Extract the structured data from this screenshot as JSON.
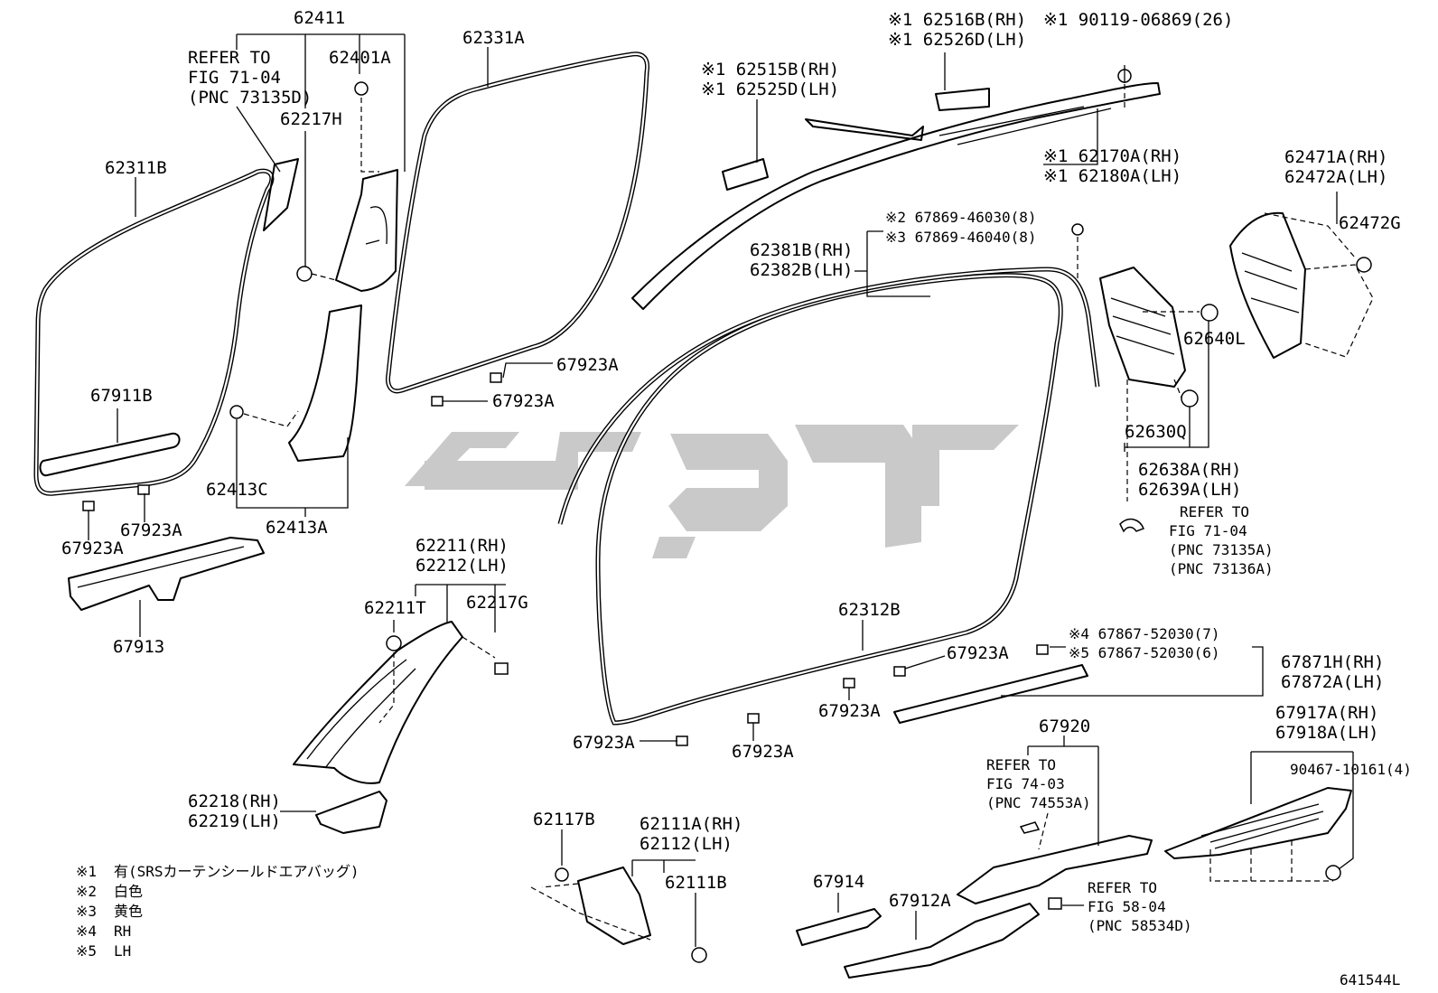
{
  "diagram_id": "641544L",
  "labels": {
    "p62411": "62411",
    "refer_a_1": "REFER TO",
    "refer_a_2": "FIG 71-04",
    "refer_a_3": "(PNC 73135D)",
    "p62401A": "62401A",
    "p62217H": "62217H",
    "p62311B": "62311B",
    "p67911B": "67911B",
    "p62331A": "62331A",
    "p67923A_1": "67923A",
    "p67923A_2": "67923A",
    "p62413C": "62413C",
    "p62413A": "62413A",
    "p67923A_3": "67923A",
    "p67923A_4": "67923A",
    "p67913": "67913",
    "p62515B": "※1 62515B(RH)",
    "p62525D": "※1 62525D(LH)",
    "p62516B": "※1 62516B(RH)",
    "p62526D": "※1 62526D(LH)",
    "p90119": "※1  90119-06869(26)",
    "p62170A": "※1 62170A(RH)",
    "p62180A": "※1 62180A(LH)",
    "p67869a": "※2 67869-46030(8)",
    "p67869b": "※3 67869-46040(8)",
    "p62381B": "62381B(RH)",
    "p62382B": "62382B(LH)",
    "p62471A": "62471A(RH)",
    "p62472A": "62472A(LH)",
    "p62472G": "62472G",
    "p62640L": "62640L",
    "p62630Q": "62630Q",
    "p62638A": "62638A(RH)",
    "p62639A": "62639A(LH)",
    "refer_b_1": "REFER TO",
    "refer_b_2": "FIG 71-04",
    "refer_b_3": "(PNC 73135A)",
    "refer_b_4": "(PNC 73136A)",
    "p62211": "62211(RH)",
    "p62212": "62212(LH)",
    "p62211T": "62211T",
    "p62217G": "62217G",
    "p62218": "62218(RH)",
    "p62219": "62219(LH)",
    "p62312B": "62312B",
    "p67923A_5": "67923A",
    "p67923A_6": "67923A",
    "p67923A_7": "67923A",
    "p67923A_8": "67923A",
    "p67867a": "※4 67867-52030(7)",
    "p67867b": "※5 67867-52030(6)",
    "p67871H": "67871H(RH)",
    "p67872A": "67872A(LH)",
    "p67920": "67920",
    "p67917A": "67917A(RH)",
    "p67918A": "67918A(LH)",
    "p90467": "90467-10161(4)",
    "refer_c_1": "REFER TO",
    "refer_c_2": "FIG 74-03",
    "refer_c_3": "(PNC 74553A)",
    "refer_d_1": "REFER TO",
    "refer_d_2": "FIG 58-04",
    "refer_d_3": "(PNC 58534D)",
    "p62117B": "62117B",
    "p62111A": "62111A(RH)",
    "p62112": "62112(LH)",
    "p62111B": "62111B",
    "p67914": "67914",
    "p67912A": "67912A"
  },
  "legend": [
    {
      "mark": "※1",
      "text": "有(SRSカーテンシールドエアバッグ)"
    },
    {
      "mark": "※2",
      "text": "白色"
    },
    {
      "mark": "※3",
      "text": "黄色"
    },
    {
      "mark": "※4",
      "text": "RH"
    },
    {
      "mark": "※5",
      "text": "LH"
    }
  ],
  "colors": {
    "line": "#000000",
    "background": "#ffffff",
    "watermark": "#c9c9c9"
  }
}
